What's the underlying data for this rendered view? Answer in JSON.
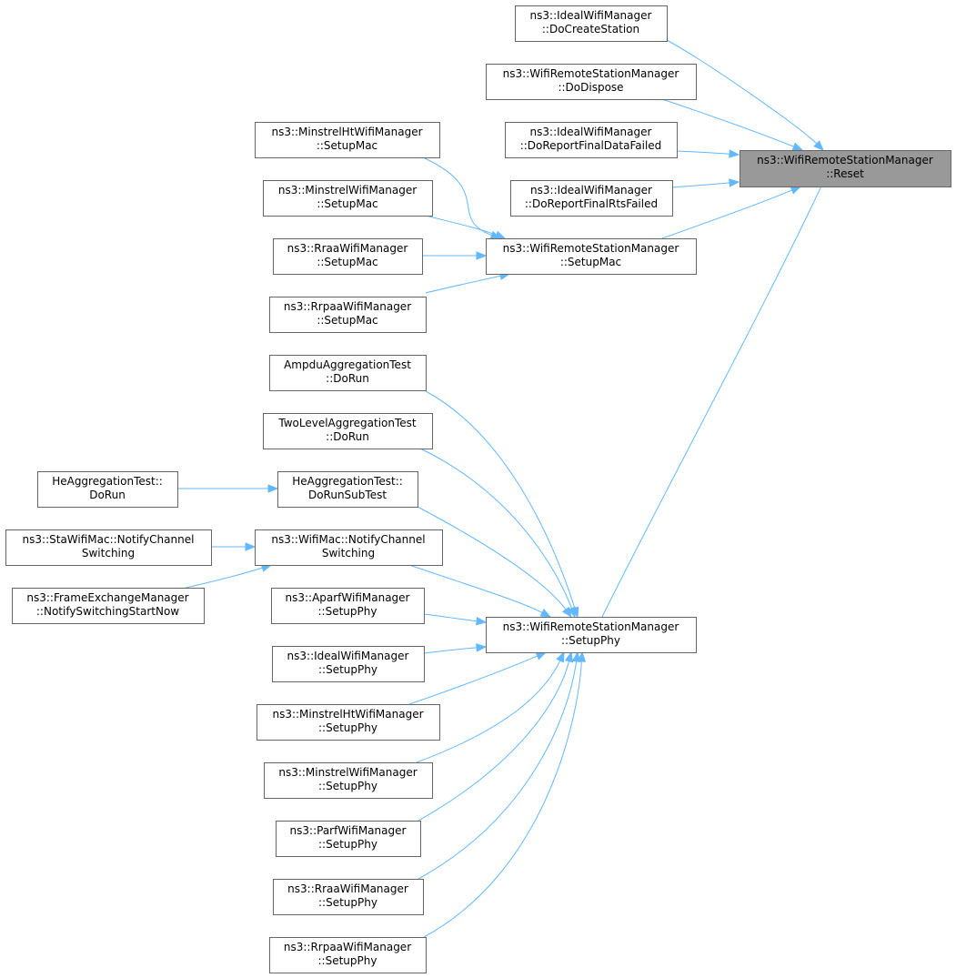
{
  "colors": {
    "edge": "#63b8ff",
    "highlight_fill": "#999999",
    "node_border": "#666666"
  },
  "nodes": {
    "reset": {
      "lines": [
        "ns3::WifiRemoteStationManager",
        "::Reset"
      ],
      "highlight": true
    },
    "docreate": {
      "lines": [
        "ns3::IdealWifiManager",
        "::DoCreateStation"
      ]
    },
    "dodispose": {
      "lines": [
        "ns3::WifiRemoteStationManager",
        "::DoDispose"
      ]
    },
    "dorepdata": {
      "lines": [
        "ns3::IdealWifiManager",
        "::DoReportFinalDataFailed"
      ]
    },
    "doreprts": {
      "lines": [
        "ns3::IdealWifiManager",
        "::DoReportFinalRtsFailed"
      ]
    },
    "setupmac": {
      "lines": [
        "ns3::WifiRemoteStationManager",
        "::SetupMac"
      ]
    },
    "minhtmac": {
      "lines": [
        "ns3::MinstrelHtWifiManager",
        "::SetupMac"
      ]
    },
    "minmac": {
      "lines": [
        "ns3::MinstrelWifiManager",
        "::SetupMac"
      ]
    },
    "rraamac": {
      "lines": [
        "ns3::RraaWifiManager",
        "::SetupMac"
      ]
    },
    "rrpaamac": {
      "lines": [
        "ns3::RrpaaWifiManager",
        "::SetupMac"
      ]
    },
    "setupphy": {
      "lines": [
        "ns3::WifiRemoteStationManager",
        "::SetupPhy"
      ]
    },
    "ampdu": {
      "lines": [
        "AmpduAggregationTest",
        "::DoRun"
      ]
    },
    "twolevel": {
      "lines": [
        "TwoLevelAggregationTest",
        "::DoRun"
      ]
    },
    "hesub": {
      "lines": [
        "HeAggregationTest::",
        "DoRunSubTest"
      ]
    },
    "herun": {
      "lines": [
        "HeAggregationTest::",
        "DoRun"
      ]
    },
    "wifimacnotify": {
      "lines": [
        "ns3::WifiMac::NotifyChannel",
        "Switching"
      ]
    },
    "stanotify": {
      "lines": [
        "ns3::StaWifiMac::NotifyChannel",
        "Switching"
      ]
    },
    "fem": {
      "lines": [
        "ns3::FrameExchangeManager",
        "::NotifySwitchingStartNow"
      ]
    },
    "aparfphy": {
      "lines": [
        "ns3::AparfWifiManager",
        "::SetupPhy"
      ]
    },
    "idealphy": {
      "lines": [
        "ns3::IdealWifiManager",
        "::SetupPhy"
      ]
    },
    "minhtphy": {
      "lines": [
        "ns3::MinstrelHtWifiManager",
        "::SetupPhy"
      ]
    },
    "minphy": {
      "lines": [
        "ns3::MinstrelWifiManager",
        "::SetupPhy"
      ]
    },
    "parfphy": {
      "lines": [
        "ns3::ParfWifiManager",
        "::SetupPhy"
      ]
    },
    "rraaphy": {
      "lines": [
        "ns3::RraaWifiManager",
        "::SetupPhy"
      ]
    },
    "rrpaaphy": {
      "lines": [
        "ns3::RrpaaWifiManager",
        "::SetupPhy"
      ]
    }
  },
  "edges": [
    [
      "docreate",
      "reset"
    ],
    [
      "dodispose",
      "reset"
    ],
    [
      "dorepdata",
      "reset"
    ],
    [
      "doreprts",
      "reset"
    ],
    [
      "setupmac",
      "reset"
    ],
    [
      "setupphy",
      "reset"
    ],
    [
      "minhtmac",
      "setupmac"
    ],
    [
      "minmac",
      "setupmac"
    ],
    [
      "rraamac",
      "setupmac"
    ],
    [
      "rrpaamac",
      "setupmac"
    ],
    [
      "ampdu",
      "setupphy"
    ],
    [
      "twolevel",
      "setupphy"
    ],
    [
      "hesub",
      "setupphy"
    ],
    [
      "wifimacnotify",
      "setupphy"
    ],
    [
      "aparfphy",
      "setupphy"
    ],
    [
      "idealphy",
      "setupphy"
    ],
    [
      "minhtphy",
      "setupphy"
    ],
    [
      "minphy",
      "setupphy"
    ],
    [
      "parfphy",
      "setupphy"
    ],
    [
      "rraaphy",
      "setupphy"
    ],
    [
      "rrpaaphy",
      "setupphy"
    ],
    [
      "herun",
      "hesub"
    ],
    [
      "stanotify",
      "wifimacnotify"
    ],
    [
      "fem",
      "wifimacnotify"
    ]
  ]
}
